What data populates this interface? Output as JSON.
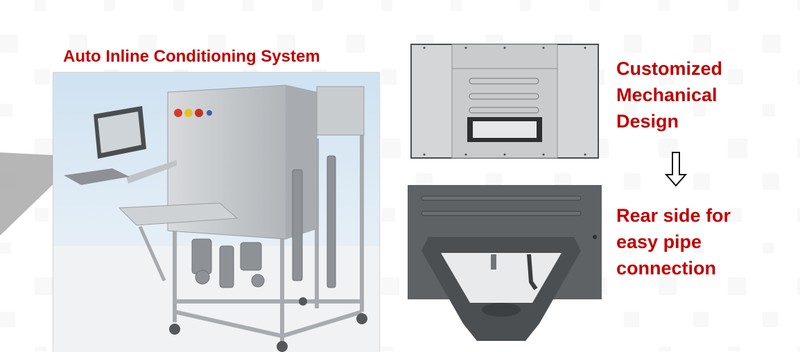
{
  "title": "Auto Inline Conditioning System",
  "right_top_text": [
    "Customized",
    "Mechanical",
    "Design"
  ],
  "right_bottom_text": [
    "Rear side for",
    "easy pipe",
    "connection"
  ],
  "colors": {
    "accent_red": "#c00000",
    "steel": "#b9bdc1",
    "dark_panel": "#5a5d60"
  },
  "icons": {
    "arrow": "down-arrow-outline-icon"
  }
}
